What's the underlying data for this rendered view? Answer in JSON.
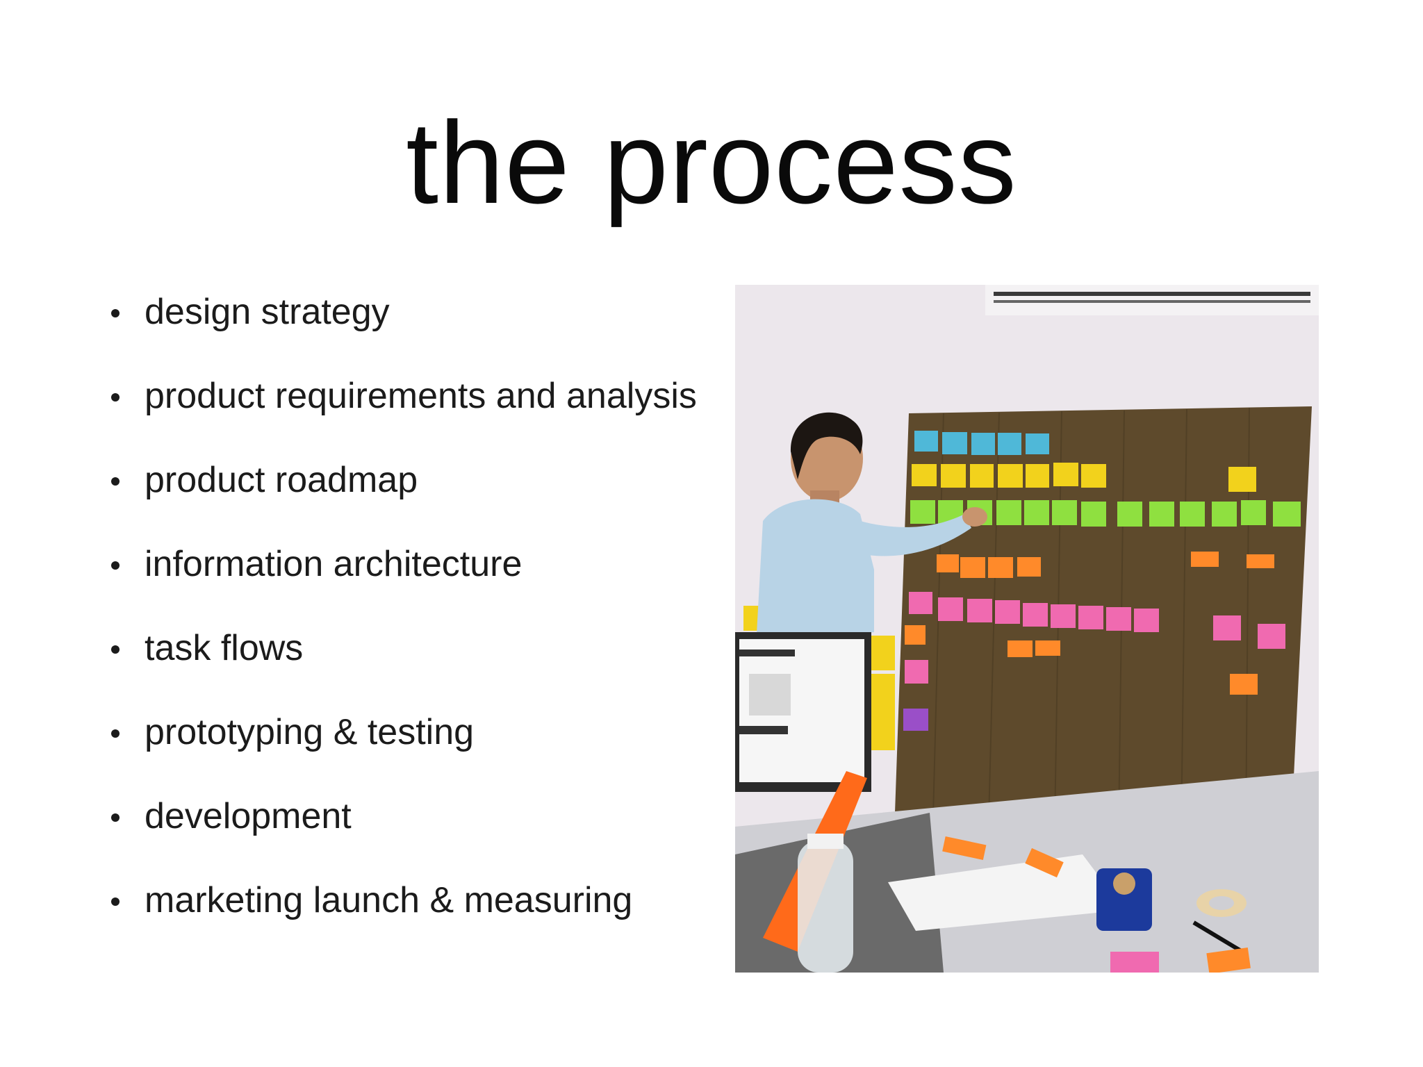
{
  "slide": {
    "title": "the process",
    "bullets": [
      {
        "label": "design strategy"
      },
      {
        "label": "product requirements and analysis"
      },
      {
        "label": "product roadmap"
      },
      {
        "label": "information architecture"
      },
      {
        "label": "task flows"
      },
      {
        "label": "prototyping & testing"
      },
      {
        "label": "development"
      },
      {
        "label": "marketing launch & measuring"
      }
    ]
  },
  "photo": {
    "subject": "man-placing-sticky-notes-on-wall-board",
    "colors": {
      "wall": "#ece7ec",
      "board": "#5e4a2c",
      "note_blue": "#4fb8d8",
      "note_yellow": "#f2d21c",
      "note_green": "#8fe040",
      "note_orange": "#ff8a2a",
      "note_pink": "#f06ab0",
      "note_purple": "#9a4fc8",
      "shirt": "#b8d3e6"
    }
  }
}
